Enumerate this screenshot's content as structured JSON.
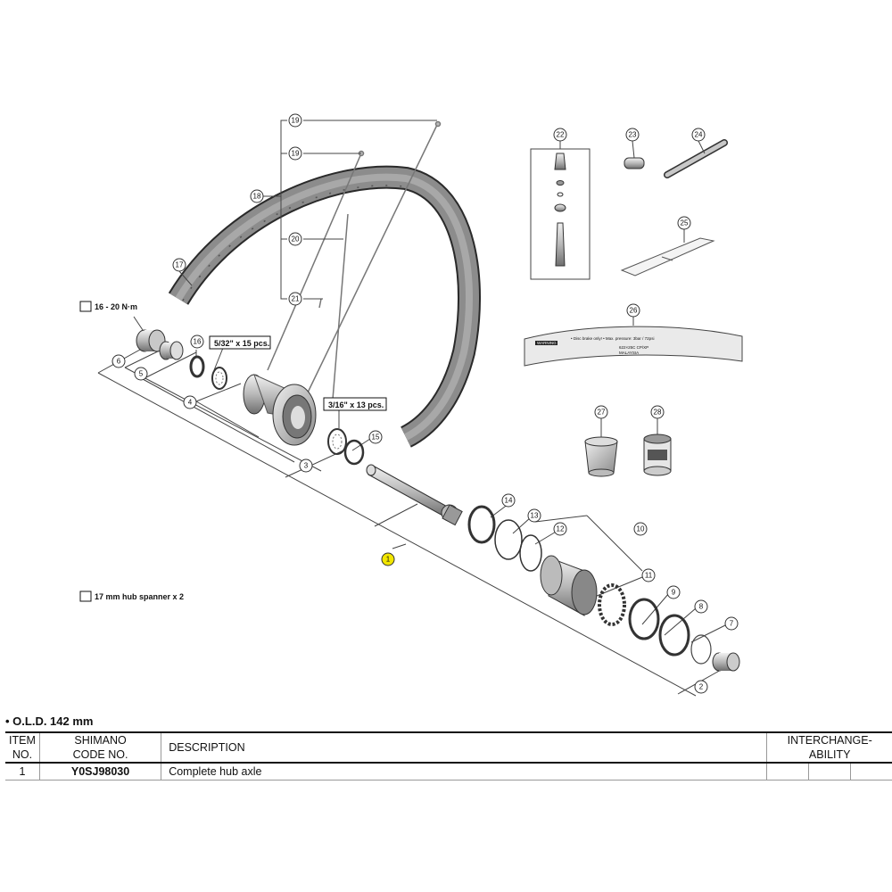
{
  "diagram": {
    "callouts": [
      "1",
      "2",
      "3",
      "4",
      "5",
      "6",
      "7",
      "8",
      "9",
      "10",
      "11",
      "12",
      "13",
      "14",
      "15",
      "16",
      "17",
      "18",
      "19",
      "19",
      "20",
      "21",
      "22",
      "23",
      "24",
      "25",
      "26",
      "27",
      "28"
    ],
    "notes": {
      "torque": "16 - 20 N·m",
      "balls_small": "5/32\" x 15 pcs.",
      "balls_large": "3/16\" x 13 pcs.",
      "spanner": "17 mm hub spanner x 2"
    },
    "rim_tape_label": {
      "warning": "WARNING",
      "line1": "• Disc brake only!  • Max. pressure: 3bar / 72psi",
      "line2": "622×25C CP/XP",
      "line3": "MALAYSIA"
    },
    "highlight_color": "#f2e600"
  },
  "spec": {
    "old": "• O.L.D. 142 mm"
  },
  "table": {
    "headers": {
      "item_line1": "ITEM",
      "item_line2": "NO.",
      "code_line1": "SHIMANO",
      "code_line2": "CODE NO.",
      "description": "DESCRIPTION",
      "inter_line1": "INTERCHANGE-",
      "inter_line2": "ABILITY"
    },
    "rows": [
      {
        "item": "1",
        "code": "Y0SJ98030",
        "description": "Complete hub axle"
      }
    ]
  }
}
